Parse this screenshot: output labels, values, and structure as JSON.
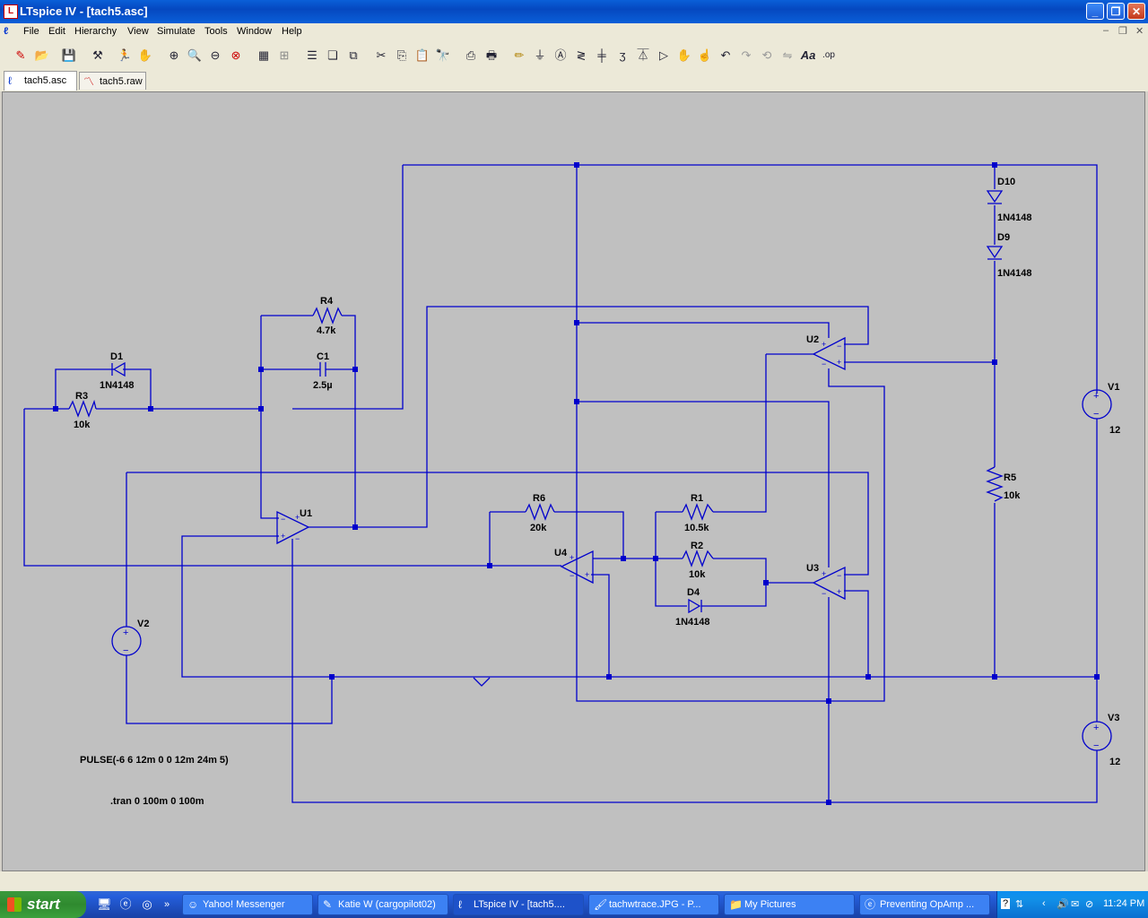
{
  "window": {
    "title": "LTspice IV - [tach5.asc]",
    "app_icon": "ltspice-icon"
  },
  "menu": [
    "File",
    "Edit",
    "Hierarchy",
    "View",
    "Simulate",
    "Tools",
    "Window",
    "Help"
  ],
  "toolbar_icons": [
    "new-schematic-icon",
    "open-icon",
    "save-icon",
    "control-panel-icon",
    "run-icon",
    "halt-icon",
    "zoom-in-icon",
    "zoom-pan-icon",
    "zoom-out-icon",
    "zoom-fit-icon",
    "autorange-icon",
    "grid-icon",
    "tile-horizontal-icon",
    "cascade-icon",
    "close-all-icon",
    "cut-icon",
    "copy-icon",
    "paste-icon",
    "find-icon",
    "print-setup-icon",
    "print-icon",
    "wire-icon",
    "ground-icon",
    "label-icon",
    "resistor-icon",
    "capacitor-icon",
    "inductor-icon",
    "diode-icon",
    "component-icon",
    "move-icon",
    "drag-icon",
    "undo-icon",
    "redo-icon",
    "rotate-icon",
    "mirror-icon",
    "text-icon",
    "spice-directive-icon"
  ],
  "tabs": [
    {
      "label": "tach5.asc",
      "active": true
    },
    {
      "label": "tach5.raw",
      "active": false
    }
  ],
  "schematic": {
    "components": {
      "D10": {
        "name": "D10",
        "value": "1N4148"
      },
      "D9": {
        "name": "D9",
        "value": "1N4148"
      },
      "R4": {
        "name": "R4",
        "value": "4.7k"
      },
      "C1": {
        "name": "C1",
        "value": "2.5µ"
      },
      "D1": {
        "name": "D1",
        "value": "1N4148"
      },
      "R3": {
        "name": "R3",
        "value": "10k"
      },
      "U1": {
        "name": "U1"
      },
      "U2": {
        "name": "U2"
      },
      "U3": {
        "name": "U3"
      },
      "U4": {
        "name": "U4"
      },
      "R6": {
        "name": "R6",
        "value": "20k"
      },
      "R1": {
        "name": "R1",
        "value": "10.5k"
      },
      "R2": {
        "name": "R2",
        "value": "10k"
      },
      "D4": {
        "name": "D4",
        "value": "1N4148"
      },
      "R5": {
        "name": "R5",
        "value": "10k"
      },
      "V1": {
        "name": "V1",
        "value": "12"
      },
      "V2": {
        "name": "V2"
      },
      "V3": {
        "name": "V3",
        "value": "12"
      }
    },
    "pulse_directive": "PULSE(-6 6 12m 0 0 12m 24m 5)",
    "tran_directive": ".tran 0 100m 0 100m",
    "wire_color": "#0000cc"
  },
  "taskbar": {
    "start_label": "start",
    "tasks": [
      {
        "label": "Yahoo! Messenger",
        "icon": "yahoo-icon",
        "active": false
      },
      {
        "label": "Katie W (cargopilot02)",
        "icon": "chat-icon",
        "active": false
      },
      {
        "label": "LTspice IV - [tach5....",
        "icon": "ltspice-icon",
        "active": true
      },
      {
        "label": "tachwtrace.JPG - P...",
        "icon": "paint-icon",
        "active": false
      },
      {
        "label": "My Pictures",
        "icon": "folder-icon",
        "active": false
      },
      {
        "label": "Preventing OpAmp ...",
        "icon": "ie-icon",
        "active": false
      }
    ],
    "clock": "11:24 PM"
  }
}
